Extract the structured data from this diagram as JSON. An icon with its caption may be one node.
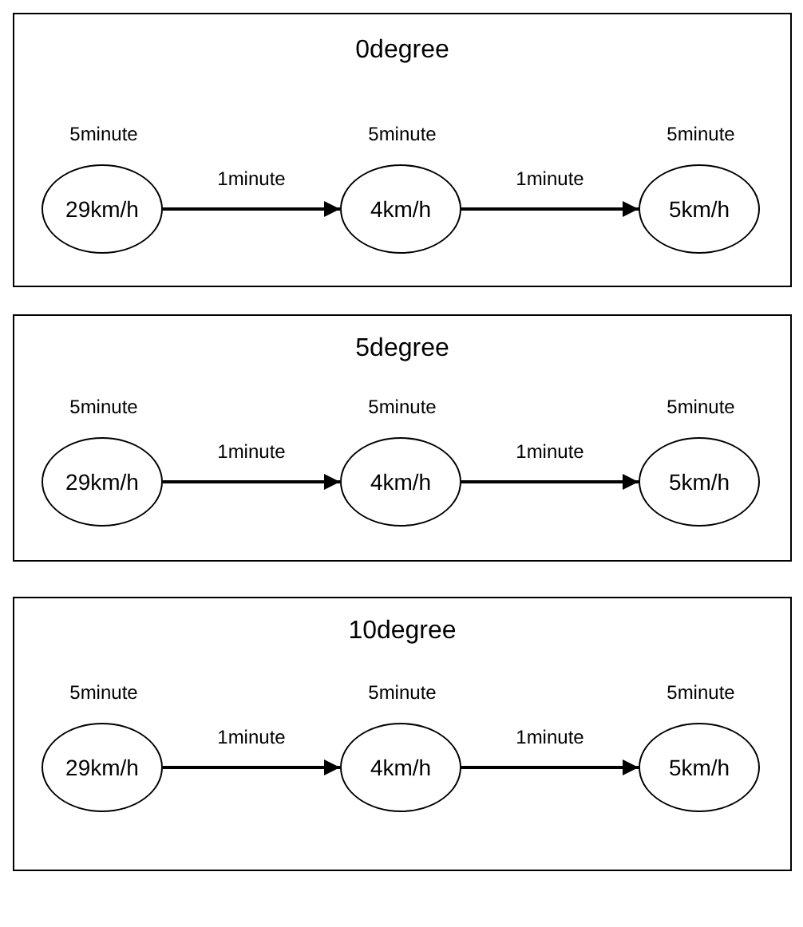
{
  "diagram": {
    "nodes": [
      {
        "text": [
          "0degree"
        ]
      },
      {
        "text": [
          "29km/h"
        ],
        "in": 0,
        "beside": [
          "5minute"
        ]
      },
      {
        "text": [
          "4km/h"
        ],
        "in": 0,
        "beside": [
          "5minute"
        ]
      },
      {
        "text": [
          "5km/h"
        ],
        "in": 0,
        "beside": [
          "5minute"
        ]
      },
      {
        "text": [
          "5degree"
        ]
      },
      {
        "text": [
          "29km/h"
        ],
        "in": 4,
        "beside": [
          "5minute"
        ]
      },
      {
        "text": [
          "4km/h"
        ],
        "in": 4,
        "beside": [
          "5minute"
        ]
      },
      {
        "text": [
          "5km/h"
        ],
        "in": 4,
        "beside": [
          "5minute"
        ]
      },
      {
        "text": [
          "10degree"
        ]
      },
      {
        "text": [
          "29km/h"
        ],
        "in": 8,
        "beside": [
          "5minute"
        ]
      },
      {
        "text": [
          "4km/h"
        ],
        "in": 8,
        "beside": [
          "5minute"
        ]
      },
      {
        "text": [
          "5km/h"
        ],
        "in": 8,
        "beside": [
          "5minute"
        ]
      }
    ],
    "edges": [
      {
        "from": 1,
        "to": 2,
        "arrow": "to",
        "label": "1minute"
      },
      {
        "from": 2,
        "to": 3,
        "arrow": "to",
        "label": "1minute"
      },
      {
        "from": 5,
        "to": 6,
        "arrow": "to",
        "label": "1minute"
      },
      {
        "from": 6,
        "to": 7,
        "arrow": "to",
        "label": "1minute"
      },
      {
        "from": 9,
        "to": 10,
        "arrow": "to",
        "label": "1minute"
      },
      {
        "from": 10,
        "to": 11,
        "arrow": "to",
        "label": "1minute"
      }
    ]
  }
}
